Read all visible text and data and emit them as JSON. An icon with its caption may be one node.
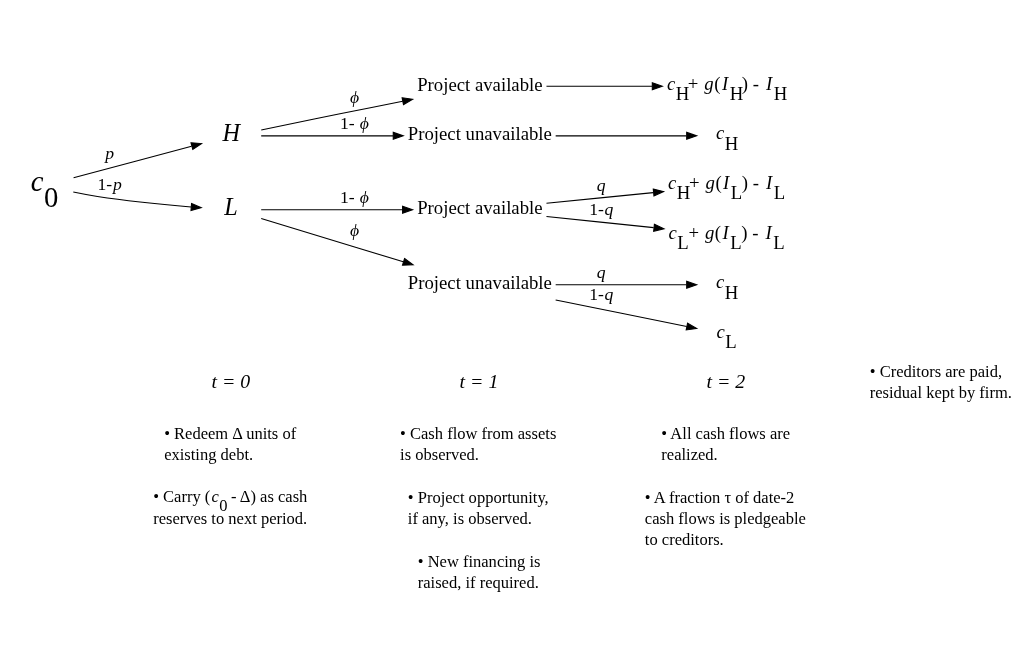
{
  "diagram": {
    "nodes": [
      {
        "text": [
          "*c*$_{0}$"
        ]
      },
      {
        "text": [
          "*H*"
        ]
      },
      {
        "text": [
          "*L*"
        ]
      },
      {
        "text": [
          "Project available"
        ]
      },
      {
        "text": [
          "Project unavailable"
        ]
      },
      {
        "text": [
          "Project available"
        ]
      },
      {
        "text": [
          "Project unavailable"
        ]
      },
      {
        "text": [
          "*c*$_{H}$+ *g*(*I*$_{H}$) - *I*$_{H}$"
        ]
      },
      {
        "text": [
          "*c*$_{H}$"
        ]
      },
      {
        "text": [
          "*c*$_{H}$+ *g*(*I*$_{L}$) - *I*$_{L}$"
        ]
      },
      {
        "text": [
          "*c*$_{L}$+ *g*(*I*$_{L}$) - *I*$_{L}$"
        ]
      },
      {
        "text": [
          "*c*$_{H}$"
        ]
      },
      {
        "text": [
          "*c*$_{L}$"
        ]
      }
    ],
    "edges": [
      {
        "from": 0,
        "to": 1,
        "arrow": "to",
        "label": "*p*"
      },
      {
        "from": 0,
        "to": 2,
        "arrow": "to",
        "label": "1-*p*"
      },
      {
        "from": 1,
        "to": 3,
        "arrow": "to",
        "label": "*ϕ*"
      },
      {
        "from": 1,
        "to": 4,
        "arrow": "to",
        "label": "1- *ϕ*"
      },
      {
        "from": 2,
        "to": 5,
        "arrow": "to",
        "label": "1- *ϕ*"
      },
      {
        "from": 2,
        "to": 6,
        "arrow": "to",
        "label": "*ϕ*"
      },
      {
        "from": 3,
        "to": 7,
        "arrow": "to"
      },
      {
        "from": 4,
        "to": 8,
        "arrow": "to"
      },
      {
        "from": 5,
        "to": 9,
        "arrow": "to",
        "label": "*q*"
      },
      {
        "from": 5,
        "to": 10,
        "arrow": "to",
        "label": "1-*q*"
      },
      {
        "from": 6,
        "to": 11,
        "arrow": "to",
        "label": "*q*"
      },
      {
        "from": 6,
        "to": 12,
        "arrow": "to",
        "label": "1-*q*"
      }
    ],
    "labels": [
      "t = 0",
      "t = 1",
      "t = 2",
      "• Redeem Δ units of existing debt.",
      "• Carry (*c*$_{0}$ - Δ) as cash reserves to next period.",
      "• Cash flow from assets is observed.",
      "• Project opportunity, if any, is observed.",
      "• New financing is raised, if required.",
      "• All cash flows are realized.",
      "• A fraction τ of date-2 cash flows is pledgeable to creditors.",
      "• Creditors are paid, residual kept by firm."
    ]
  }
}
